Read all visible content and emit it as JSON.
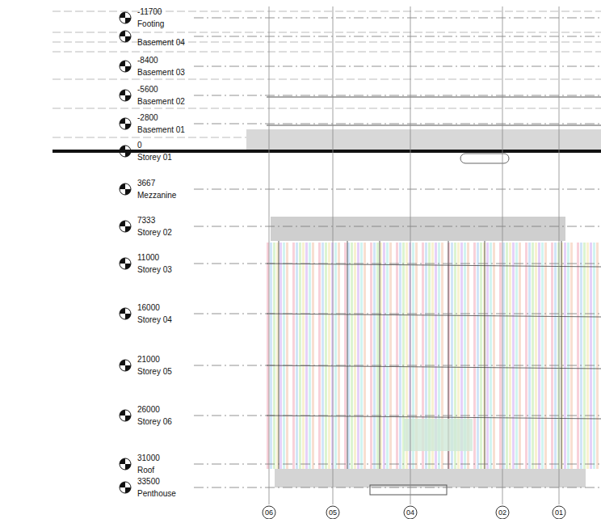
{
  "diagram": {
    "labels": [
      "-11700",
      "Footing",
      "Basement 04",
      "-8400",
      "Basement 03",
      "-5600",
      "Basement 02",
      "-2800",
      "Basement 01",
      "0",
      "Storey 01",
      "3667",
      "Mezzanine",
      "7333",
      "Storey 02",
      "11000",
      "Storey 03",
      "16000",
      "Storey 04",
      "21000",
      "Storey 05",
      "26000",
      "Storey 06",
      "31000",
      "Roof",
      "33500",
      "Penthouse",
      "06",
      "05",
      "04",
      "02",
      "01"
    ]
  }
}
